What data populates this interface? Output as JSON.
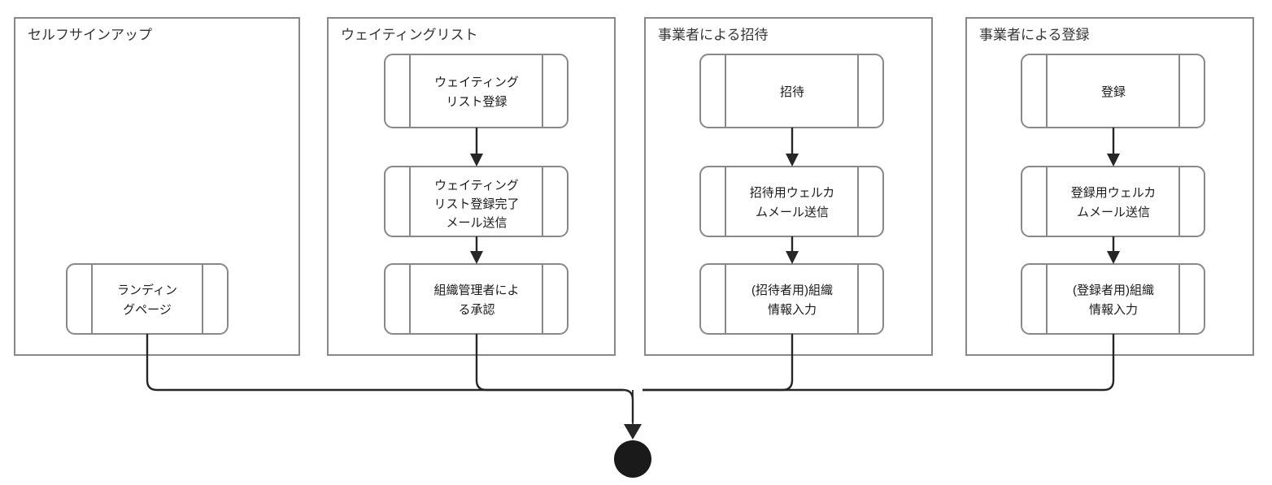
{
  "diagram": {
    "kind": "flowchart",
    "title_visible": false,
    "colors": {
      "group_border": "#888888",
      "node_border": "#888888",
      "node_fill": "#ffffff",
      "edge": "#262626",
      "text": "#1a1a1a",
      "group_title_text": "#333333",
      "terminal_fill": "#1a1a1a",
      "background": "#ffffff"
    },
    "groups": [
      {
        "id": "self-signup",
        "title": "セルフサインアップ",
        "nodes": [
          {
            "id": "landing-page",
            "lines": [
              "ランディン",
              "グページ"
            ],
            "shape": "subroutine"
          }
        ]
      },
      {
        "id": "waiting-list",
        "title": "ウェイティングリスト",
        "nodes": [
          {
            "id": "waitlist-register",
            "lines": [
              "ウェイティング",
              "リスト登録"
            ],
            "shape": "subroutine"
          },
          {
            "id": "waitlist-confirm-mail",
            "lines": [
              "ウェイティング",
              "リスト登録完了",
              "メール送信"
            ],
            "shape": "subroutine"
          },
          {
            "id": "org-admin-approval",
            "lines": [
              "組織管理者によ",
              "る承認"
            ],
            "shape": "subroutine"
          }
        ]
      },
      {
        "id": "operator-invite",
        "title": "事業者による招待",
        "nodes": [
          {
            "id": "invite",
            "lines": [
              "招待"
            ],
            "shape": "subroutine"
          },
          {
            "id": "invite-welcome-mail",
            "lines": [
              "招待用ウェルカ",
              "ムメール送信"
            ],
            "shape": "subroutine"
          },
          {
            "id": "invitee-org-info-input",
            "lines": [
              "(招待者用)組織",
              "情報入力"
            ],
            "shape": "subroutine"
          }
        ]
      },
      {
        "id": "operator-registration",
        "title": "事業者による登録",
        "nodes": [
          {
            "id": "registration",
            "lines": [
              "登録"
            ],
            "shape": "subroutine"
          },
          {
            "id": "registration-welcome-mail",
            "lines": [
              "登録用ウェルカ",
              "ムメール送信"
            ],
            "shape": "subroutine"
          },
          {
            "id": "registrant-org-info-input",
            "lines": [
              "(登録者用)組織",
              "情報入力"
            ],
            "shape": "subroutine"
          }
        ]
      }
    ],
    "terminal": {
      "id": "merge-terminal",
      "shape": "filled-circle"
    },
    "edges": [
      {
        "from": "waitlist-register",
        "to": "waitlist-confirm-mail",
        "arrow": true
      },
      {
        "from": "waitlist-confirm-mail",
        "to": "org-admin-approval",
        "arrow": true
      },
      {
        "from": "invite",
        "to": "invite-welcome-mail",
        "arrow": true
      },
      {
        "from": "invite-welcome-mail",
        "to": "invitee-org-info-input",
        "arrow": true
      },
      {
        "from": "registration",
        "to": "registration-welcome-mail",
        "arrow": true
      },
      {
        "from": "registration-welcome-mail",
        "to": "registrant-org-info-input",
        "arrow": true
      },
      {
        "from": "landing-page",
        "to": "merge-terminal",
        "arrow": true
      },
      {
        "from": "org-admin-approval",
        "to": "merge-terminal",
        "arrow": true
      },
      {
        "from": "invitee-org-info-input",
        "to": "merge-terminal",
        "arrow": true
      },
      {
        "from": "registrant-org-info-input",
        "to": "merge-terminal",
        "arrow": true
      }
    ]
  }
}
